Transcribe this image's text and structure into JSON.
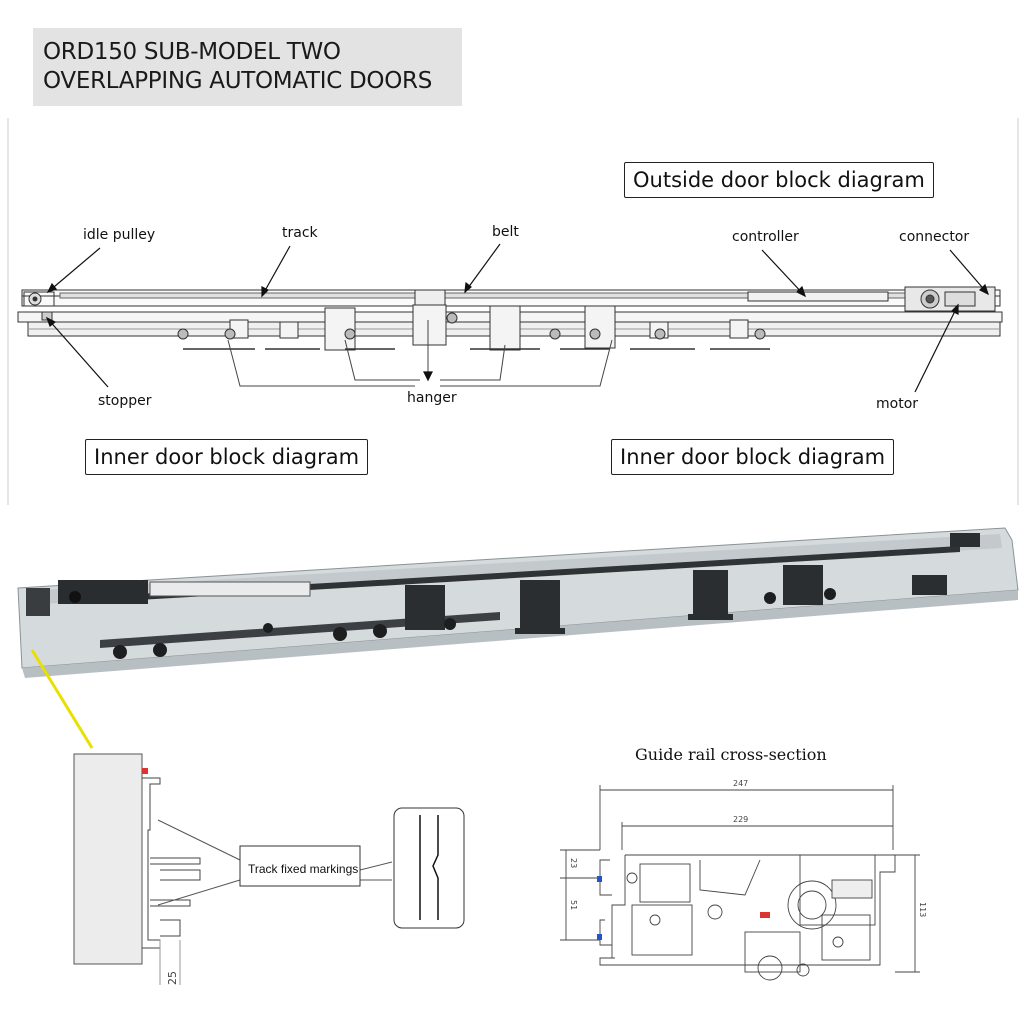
{
  "header": {
    "title_line1": "ORD150 SUB-MODEL TWO",
    "title_line2": "OVERLAPPING AUTOMATIC DOORS"
  },
  "upper_diagram": {
    "outside_title": "Outside door block diagram",
    "inner_title_left": "Inner door block diagram",
    "inner_title_right": "Inner door block diagram",
    "labels": {
      "idle_pulley": "idle pulley",
      "track": "track",
      "belt": "belt",
      "controller": "controller",
      "connector": "connector",
      "stopper": "stopper",
      "hanger": "hanger",
      "motor": "motor"
    }
  },
  "detail": {
    "track_marking": "Track fixed markings",
    "dim_25": "25"
  },
  "cross_section": {
    "title": "Guide rail cross-section",
    "dim_247": "247",
    "dim_229": "229",
    "dim_23": "23",
    "dim_51": "51",
    "dim_113": "113"
  },
  "colors": {
    "title_bg": "#e3e3e3",
    "rail_aluminum": "#c9d0d4",
    "leader_yellow": "#e8e000"
  }
}
